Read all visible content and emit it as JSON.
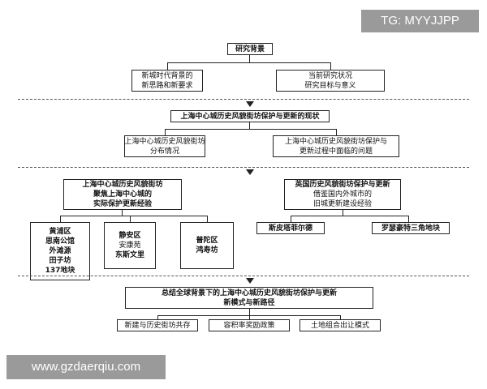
{
  "watermarks": {
    "top_right": "TG: MYYJJPP",
    "bottom_left": "www.gzdaerqiu.com"
  },
  "s1": {
    "title": "研究背景",
    "left": [
      "新城时代背景的",
      "新思路和新要求"
    ],
    "right": [
      "当前研究状况",
      "研究目标与意义"
    ]
  },
  "s2": {
    "title": "上海中心城历史风貌街坊保护与更新的现状",
    "left": [
      "上海中心城历史风貌街坊",
      "分布情况"
    ],
    "right": [
      "上海中心城历史风貌街坊保护与",
      "更新过程中面临的问题"
    ]
  },
  "s3": {
    "left_title": [
      "上海中心城历史风貌街坊",
      "聚焦上海中心城的",
      "实际保护更新经验"
    ],
    "right_title": [
      "英国历史风貌街坊保护与更新",
      "借鉴国内外城市的",
      "旧城更新建设经验"
    ],
    "districts": [
      {
        "name": "黄浦区",
        "items": [
          "思南公馆",
          "外滩源",
          "田子坊",
          "137地块"
        ]
      },
      {
        "name": "静安区",
        "items": [
          "安康苑",
          "东斯文里"
        ]
      },
      {
        "name": "普陀区",
        "items": [
          "鸿寿坊"
        ]
      }
    ],
    "uk_cases": [
      "斯皮塔菲尔德",
      "罗瑟豪特三角地块"
    ]
  },
  "s4": {
    "title": [
      "总结全球背景下的上海中心城历史风貌街坊保护与更新",
      "新模式与新路径"
    ],
    "items": [
      "新建与历史街坊共存",
      "容积率奖励政策",
      "土地组合出让模式"
    ]
  }
}
